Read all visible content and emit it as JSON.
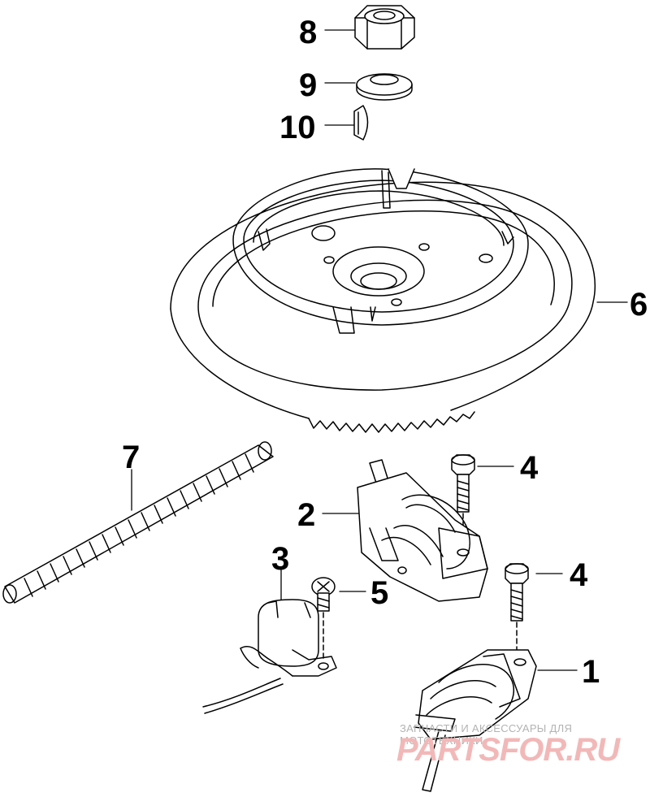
{
  "callouts": {
    "c1": "1",
    "c2": "2",
    "c3": "3",
    "c4a": "4",
    "c4b": "4",
    "c5": "5",
    "c6": "6",
    "c7": "7",
    "c8": "8",
    "c9": "9",
    "c10": "10"
  },
  "watermark": {
    "tagline": "ЗАПЧАСТИ И АКСЕССУАРЫ ДЛЯ МОТОТЕХНИКИ",
    "logo": "PARTSFOR.RU",
    "logo_color": "#f2b8b8"
  }
}
